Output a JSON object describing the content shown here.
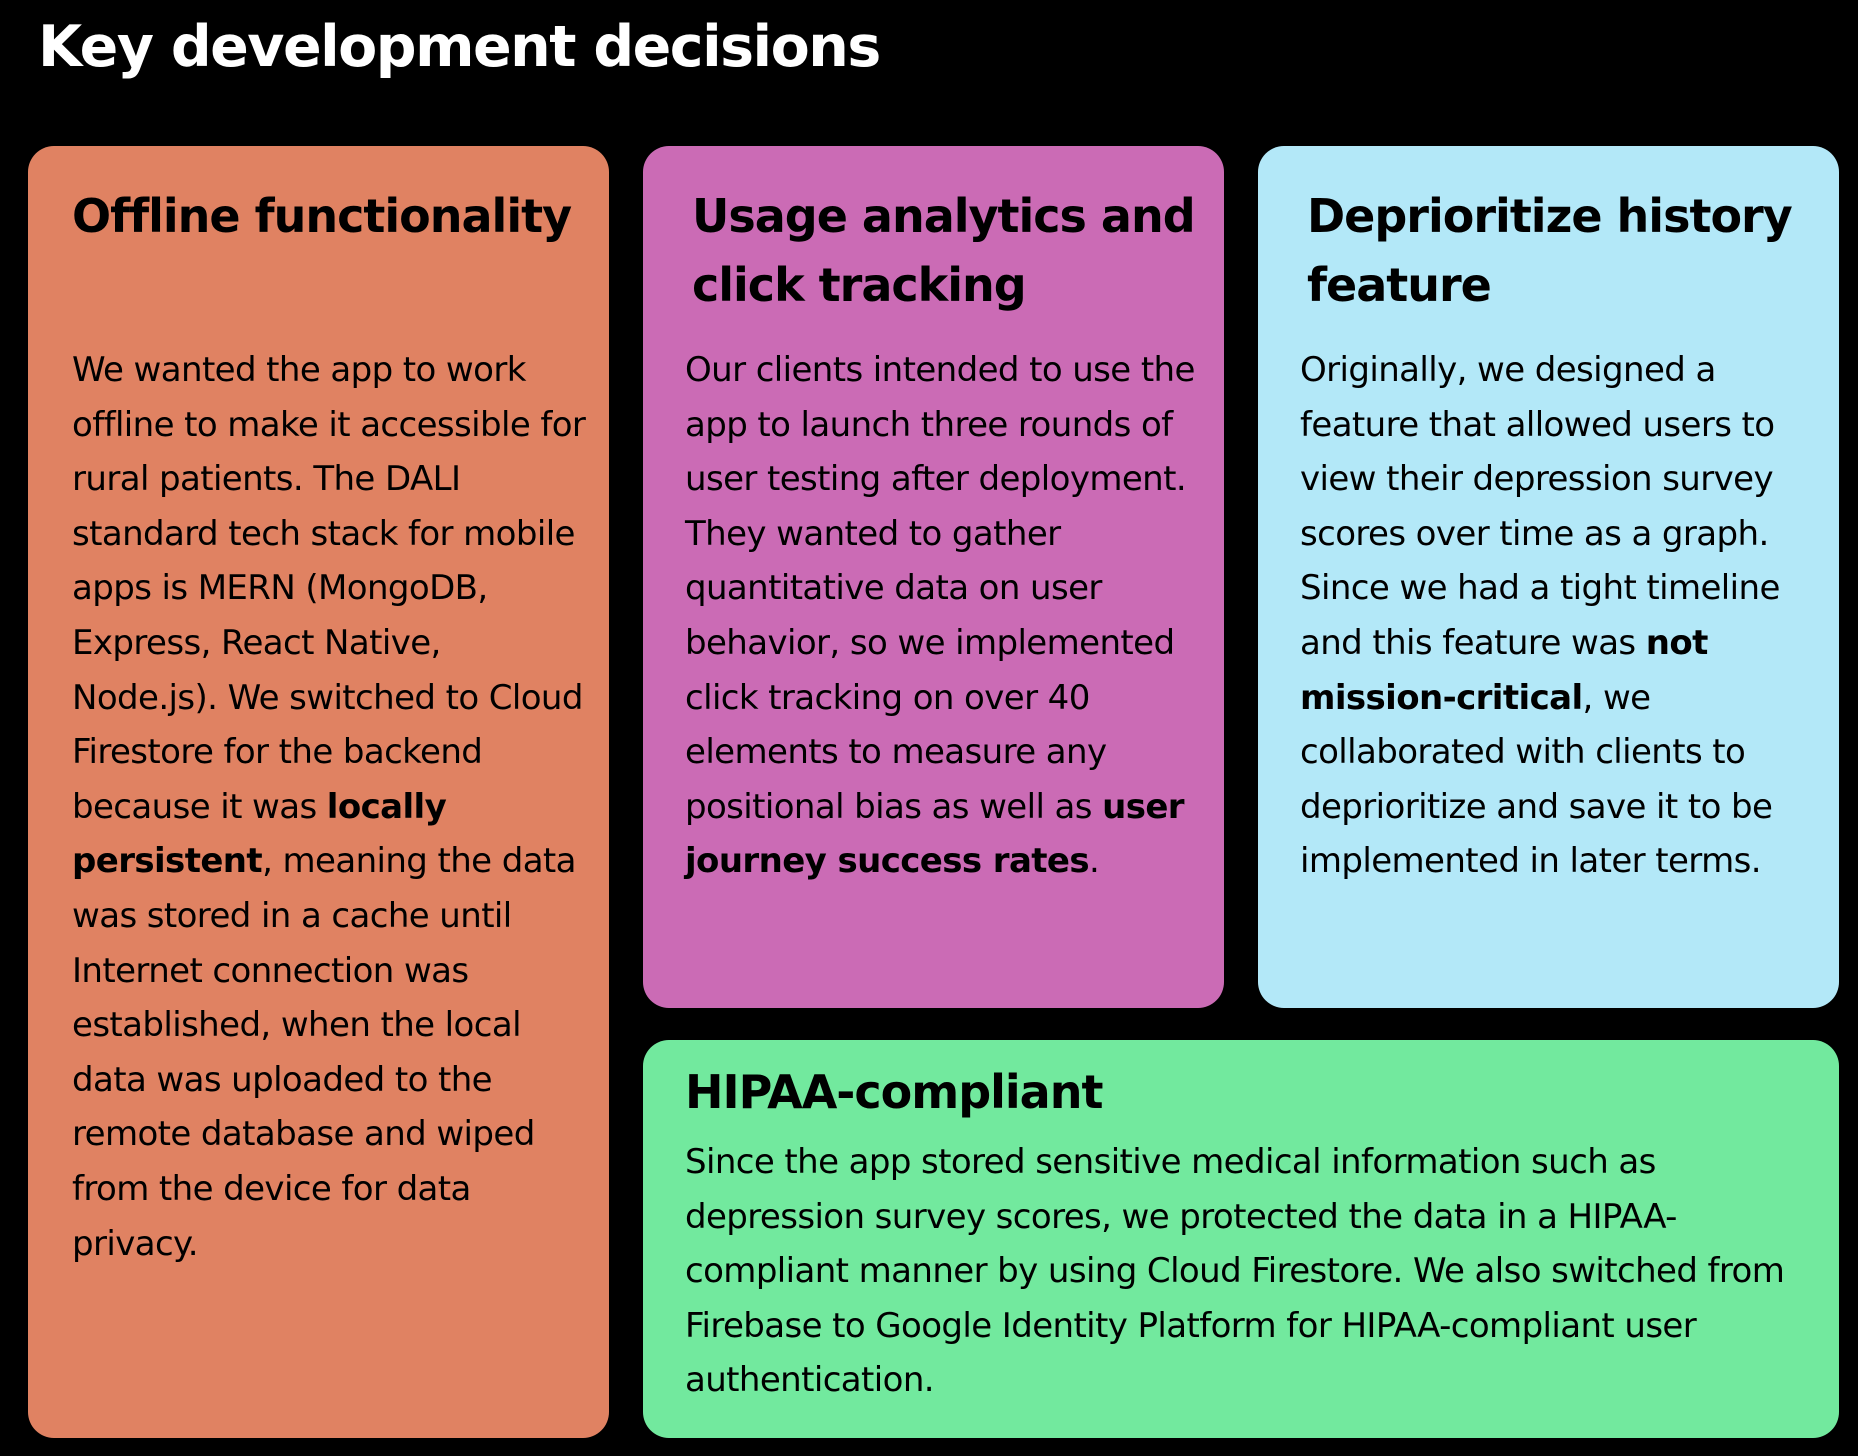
{
  "page": {
    "title": "Key development decisions"
  },
  "colors": {
    "background": "#000000",
    "offline_card": "#e08262",
    "analytics_card": "#cb6bb5",
    "history_card": "#b3e8f8",
    "hipaa_card": "#72e99e"
  },
  "cards": {
    "offline": {
      "title": "Offline functionality",
      "body_before": "We wanted the app to work offline to make it accessible for rural patients. The DALI standard tech stack for mobile apps is MERN (MongoDB, Express, React Native, Node.js). We switched to Cloud Firestore for the backend because it was ",
      "body_bold": "locally persistent",
      "body_after": ", meaning the data was stored in a cache until Internet connection was established, when the local data was uploaded to the remote database and wiped from the device for data privacy."
    },
    "analytics": {
      "title": "Usage analytics and click tracking",
      "body_before": "Our clients intended to use the app to launch three rounds of user testing after deployment. They wanted to gather quantitative data on user behavior, so we implemented click tracking on over 40 elements to measure any positional bias as well as ",
      "body_bold": "user journey success rates",
      "body_after": "."
    },
    "history": {
      "title": "Deprioritize history feature",
      "body_before": "Originally, we designed a feature that allowed users to view their depression survey scores over time as a graph. Since we had a tight timeline and this feature was ",
      "body_bold": "not mission-critical",
      "body_after": ", we collaborated with clients to deprioritize and save it to be implemented in later terms."
    },
    "hipaa": {
      "title": "HIPAA-compliant",
      "body": "Since the app stored sensitive medical information such as depression survey scores, we protected the data in a HIPAA-compliant manner by using Cloud Firestore. We also switched from Firebase to Google Identity Platform for HIPAA-compliant user authentication."
    }
  }
}
